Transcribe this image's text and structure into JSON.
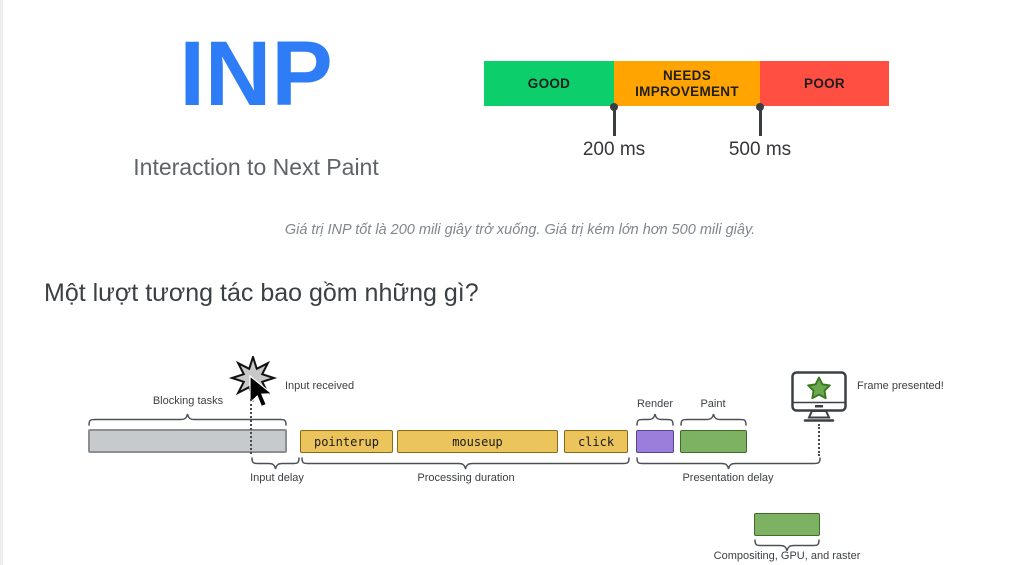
{
  "colors": {
    "title_blue": "#2e7cf6",
    "good_green": "#0cce6b",
    "improve_orange": "#ffa400",
    "poor_red": "#ff4e42",
    "task_gray": "#c6cacc",
    "event_yellow": "#ecc45c",
    "render_purple": "#9b7ddb",
    "paint_green": "#7cb261"
  },
  "hero": {
    "title": "INP",
    "subtitle": "Interaction to Next Paint"
  },
  "scale": {
    "segments": [
      {
        "label": "GOOD",
        "color": "#0cce6b"
      },
      {
        "label": "NEEDS IMPROVEMENT",
        "color": "#ffa400"
      },
      {
        "label": "POOR",
        "color": "#ff4e42"
      }
    ],
    "thresholds": [
      {
        "label": "200 ms"
      },
      {
        "label": "500 ms"
      }
    ]
  },
  "caption": "Giá trị INP tốt là 200 mili giây trở xuống. Giá trị kém lớn hơn 500 mili giây.",
  "section_heading": "Một lượt tương tác bao gồm những gì?",
  "diagram": {
    "blocking_label": "Blocking tasks",
    "input_received_label": "Input received",
    "input_delay_label": "Input delay",
    "events": [
      "pointerup",
      "mouseup",
      "click"
    ],
    "processing_label": "Processing duration",
    "render_label": "Render",
    "paint_label": "Paint",
    "presentation_label": "Presentation delay",
    "frame_label": "Frame presented!",
    "compositing_label": "Compositing, GPU, and raster"
  }
}
